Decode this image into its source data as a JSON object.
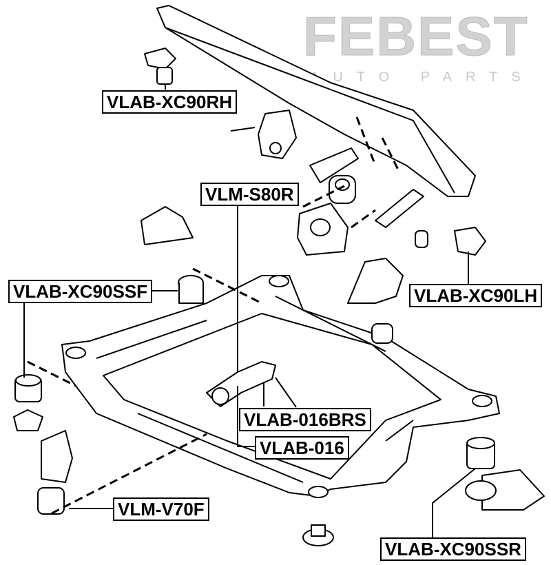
{
  "watermark": {
    "brand": "FEBEST",
    "tagline": "AUTO PARTS"
  },
  "labels": {
    "xc90rh": "VLAB-XC90RH",
    "s80r": "VLM-S80R",
    "xc90ssf": "VLAB-XC90SSF",
    "xc90lh": "VLAB-XC90LH",
    "b016brs": "VLAB-016BRS",
    "b016": "VLAB-016",
    "v70f": "VLM-V70F",
    "xc90ssr": "VLAB-XC90SSR"
  }
}
